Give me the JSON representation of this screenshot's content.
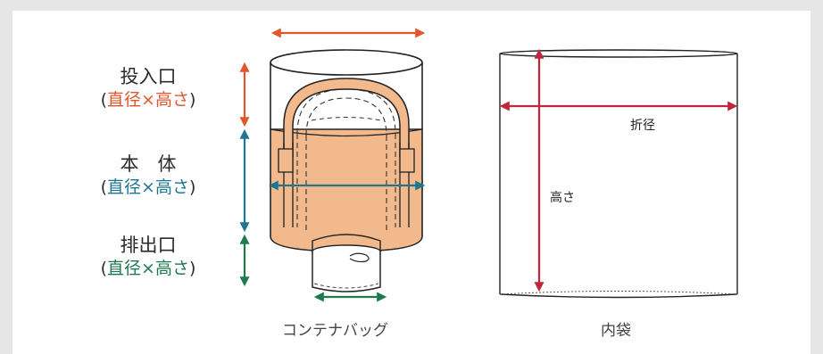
{
  "labels": {
    "inlet": {
      "title": "投入口",
      "detail": "直径×高さ"
    },
    "body": {
      "title": "本　体",
      "detail": "直径×高さ"
    },
    "outlet": {
      "title": "排出口",
      "detail": "直径×高さ"
    }
  },
  "container_caption": "コンテナバッグ",
  "liner": {
    "caption": "内袋",
    "width_label": "折径",
    "height_label": "高さ"
  },
  "colors": {
    "inlet": "#e2562b",
    "body": "#1f7691",
    "outlet": "#1e7a4e",
    "liner": "#c0263b",
    "bag_fill": "#f2b98c"
  }
}
